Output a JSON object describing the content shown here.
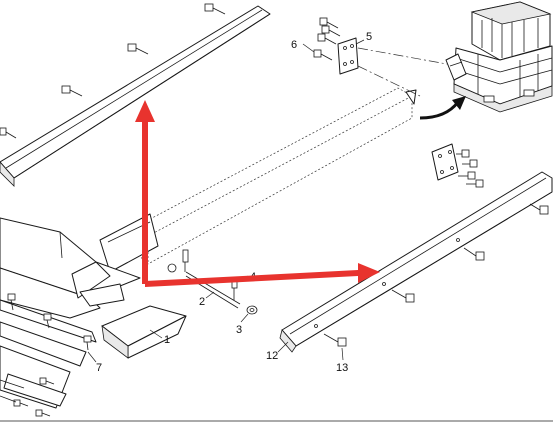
{
  "callouts": {
    "c1": "1",
    "c2": "2",
    "c3": "3",
    "c4": "4",
    "c5": "5",
    "c6": "6",
    "c7": "7",
    "c12": "12",
    "c13": "13"
  },
  "colors": {
    "annotation_arrow": "#e8332e",
    "line": "#1a1a1a",
    "background": "#ffffff"
  },
  "icons": {
    "upper_arrow": "red-arrow-up-icon",
    "right_arrow": "red-arrow-right-icon",
    "curved_arrow": "curved-arrow-icon"
  }
}
